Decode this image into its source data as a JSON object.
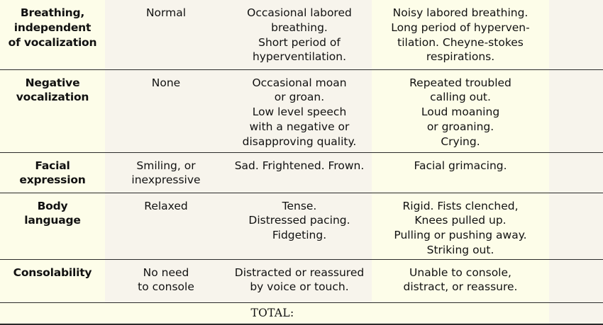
{
  "rows": [
    {
      "label": "Breathing,\nindependent\nof vocalization",
      "score0": "Normal",
      "score1": "Occasional labored\nbreathing.\nShort period of\nhyperventilation.",
      "score2": "Noisy labored breathing.\nLong period of hyperven-\ntilation. Cheyne-stokes\nrespirations."
    },
    {
      "label": "Negative\nvocalization",
      "score0": "None",
      "score1": "Occasional moan\nor groan.\nLow level speech\nwith a negative or\ndisapproving quality.",
      "score2": "Repeated troubled\ncalling out.\nLoud moaning\nor groaning.\nCrying."
    },
    {
      "label": "Facial\nexpression",
      "score0": "Smiling, or\ninexpressive",
      "score1": "Sad. Frightened. Frown.",
      "score2": "Facial grimacing."
    },
    {
      "label": "Body\nlanguage",
      "score0": "Relaxed",
      "score1": "Tense.\nDistressed pacing.\nFidgeting.",
      "score2": "Rigid. Fists clenched,\nKnees pulled up.\nPulling or pushing away.\nStriking out."
    },
    {
      "label": "Consolability",
      "score0": "No need\nto console",
      "score1": "Distracted or reassured\nby voice or touch.",
      "score2": "Unable to console,\ndistract, or reassure."
    }
  ],
  "total_label": "TOTAL:"
}
